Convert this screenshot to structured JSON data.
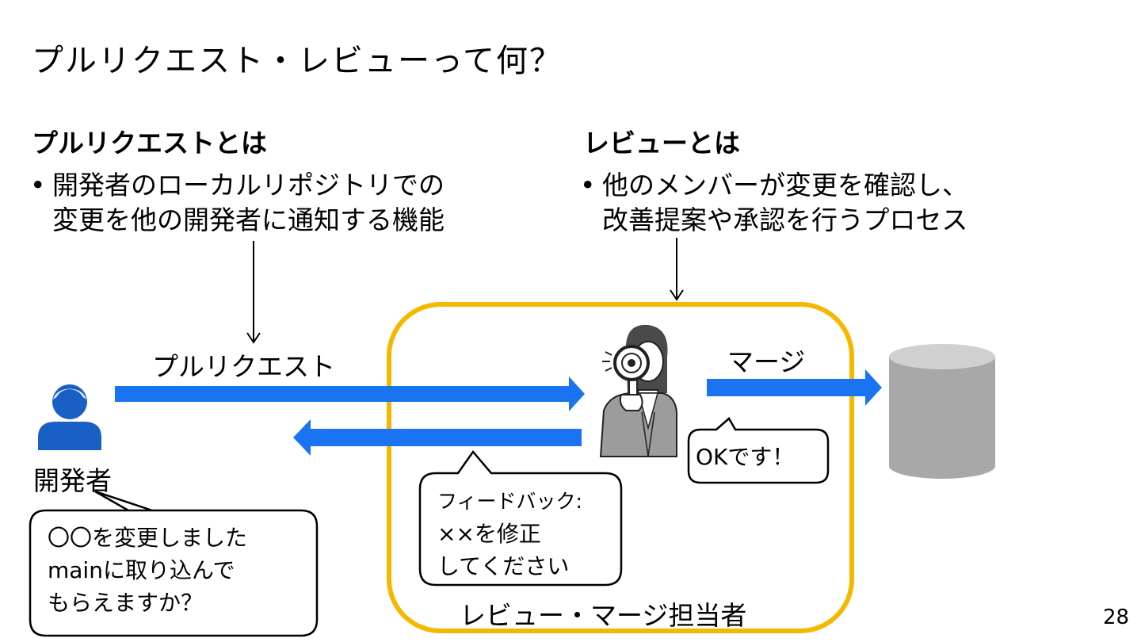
{
  "slide": {
    "title": "プルリクエスト・レビューって何？",
    "page_number": "28"
  },
  "pull_request_section": {
    "heading": "プルリクエストとは",
    "bullet": "•",
    "text_lines": [
      "開発者のローカルリポジトリでの",
      "変更を他の開発者に通知する機能"
    ]
  },
  "review_section": {
    "heading": "レビューとは",
    "bullet": "•",
    "text_lines": [
      "他のメンバーが変更を確認し、",
      "改善提案や承認を行うプロセス"
    ]
  },
  "diagram": {
    "developer_label": "開発者",
    "pull_request_label": "プルリクエスト",
    "merge_label": "マージ",
    "reviewer_label": "レビュー・マージ担当者",
    "developer_bubble": [
      "〇〇を変更しました",
      "mainに取り込んで",
      "もらえますか？"
    ],
    "feedback_bubble": [
      "フィードバック:",
      "××を修正",
      "してください"
    ],
    "ok_bubble": "OKです！",
    "icons": [
      "person-icon",
      "reviewer-magnifier-icon",
      "database-cylinder-icon"
    ],
    "colors": {
      "arrow_blue": "#1a73f0",
      "frame_yellow": "#f5b800",
      "person_blue": "#1a5fc4",
      "cylinder_gray": "#a8a8a8"
    }
  }
}
